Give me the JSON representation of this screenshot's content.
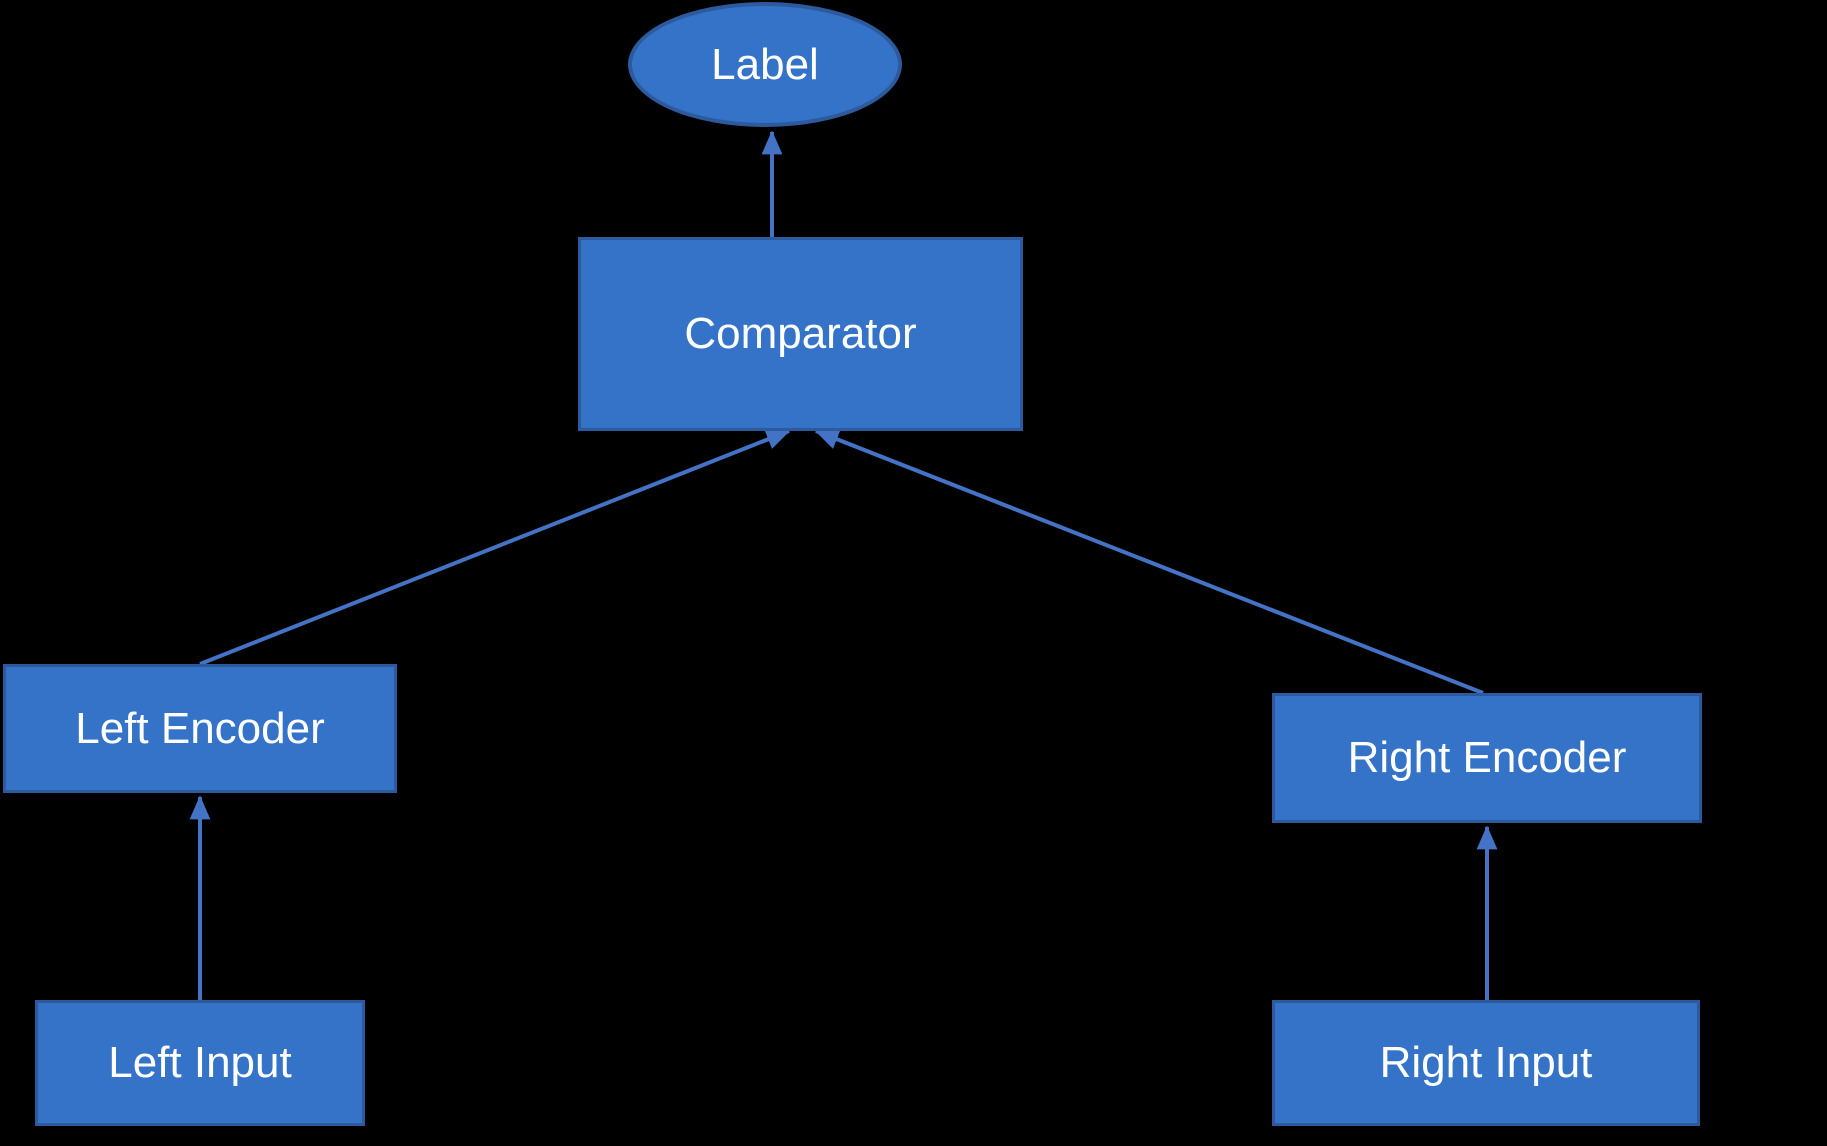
{
  "diagram": {
    "title": "Siamese comparator network diagram",
    "colors": {
      "background": "#000000",
      "node_fill": "#3473C7",
      "node_border": "#2D5A9D",
      "connector": "#4472C4",
      "text": "#FFFFFF"
    },
    "nodes": [
      {
        "id": "label",
        "label": "Label",
        "shape": "ellipse"
      },
      {
        "id": "comparator",
        "label": "Comparator",
        "shape": "rect"
      },
      {
        "id": "left-encoder",
        "label": "Left Encoder",
        "shape": "rect"
      },
      {
        "id": "right-encoder",
        "label": "Right Encoder",
        "shape": "rect"
      },
      {
        "id": "left-input",
        "label": "Left Input",
        "shape": "rect"
      },
      {
        "id": "right-input",
        "label": "Right Input",
        "shape": "rect"
      }
    ],
    "edges": [
      {
        "from": "comparator",
        "to": "label"
      },
      {
        "from": "left-encoder",
        "to": "comparator"
      },
      {
        "from": "right-encoder",
        "to": "comparator"
      },
      {
        "from": "left-input",
        "to": "left-encoder"
      },
      {
        "from": "right-input",
        "to": "right-encoder"
      }
    ]
  }
}
